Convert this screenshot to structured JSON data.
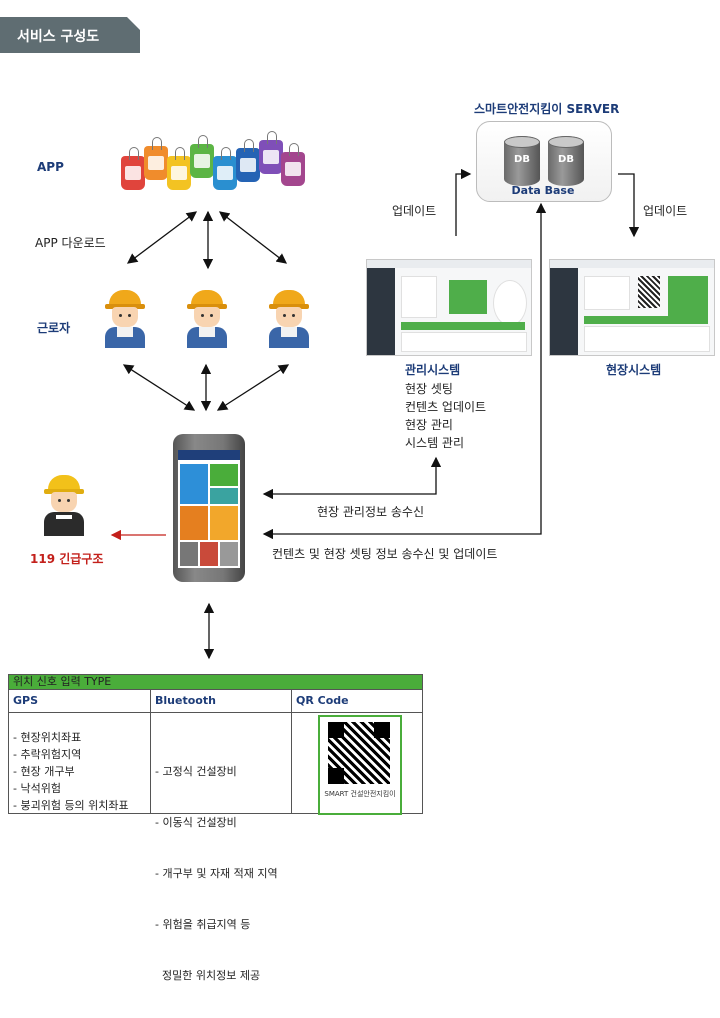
{
  "header": {
    "title": "서비스 구성도"
  },
  "labels": {
    "app": "APP",
    "app_download": "APP 다운로드",
    "worker": "근로자",
    "emergency": "119 긴급구조",
    "server_title": "스마트안전지킴이 SERVER",
    "db1": "DB",
    "db2": "DB",
    "database": "Data Base",
    "update_left": "업데이트",
    "update_right": "업데이트",
    "admin_system": "관리시스템",
    "site_system": "현장시스템",
    "site_info_txrx": "현장 관리정보 송수신",
    "content_txrx": "컨텐츠 및 현장 셋팅 정보 송수신 및 업데이트"
  },
  "admin_functions": [
    "현장 셋팅",
    "컨텐츠 업데이트",
    "현장 관리",
    "시스템 관리"
  ],
  "location_table": {
    "title": "위치 신호 입력 TYPE",
    "columns": [
      {
        "name": "GPS",
        "items": [
          "- 현장위치좌표",
          "- 추락위험지역",
          "- 현장 개구부",
          "- 낙석위험",
          "- 붕괴위험 등의 위치좌표"
        ]
      },
      {
        "name": "Bluetooth",
        "items": [
          "- 고정식 건설장비",
          "- 이동식 건설장비",
          "- 개구부 및 자재 적재 지역",
          "- 위험을 취급지역 등",
          "  정밀한 위치정보 제공"
        ]
      },
      {
        "name": "QR Code",
        "items": []
      }
    ],
    "qr_brand": "SMART 건설안전지킴이"
  },
  "colors": {
    "accent_green": "#4aad3a",
    "label_blue": "#1d3c78",
    "alert_red": "#c3201b",
    "header_gray": "#5f6d72"
  },
  "icons": [
    "book-tag-icon",
    "rss-tag-icon",
    "person-tag-icon",
    "chat-tag-icon",
    "handshake-tag-icon",
    "thumbs-up-tag-icon",
    "share-tag-icon",
    "camera-tag-icon"
  ]
}
